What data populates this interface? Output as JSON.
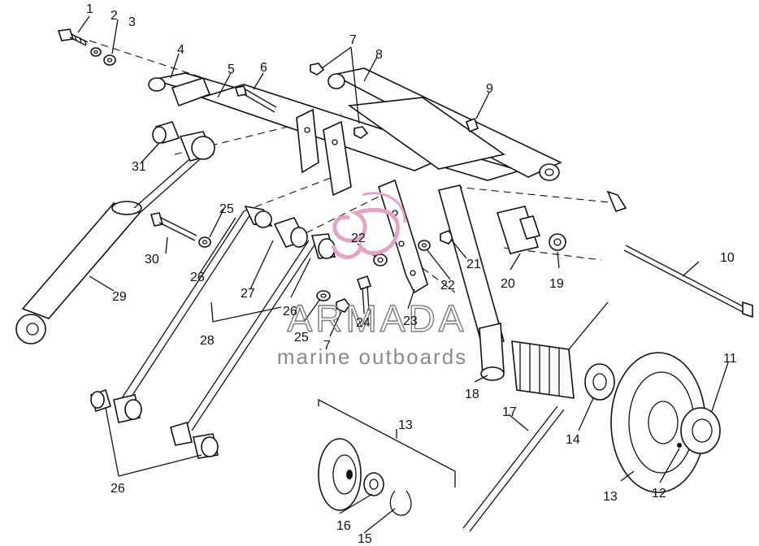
{
  "diagram": {
    "callouts": [
      "1",
      "2",
      "3",
      "4",
      "5",
      "6",
      "7",
      "8",
      "9",
      "10",
      "11",
      "12",
      "13",
      "14",
      "15",
      "16",
      "17",
      "18",
      "19",
      "20",
      "21",
      "22",
      "22",
      "23",
      "24",
      "25",
      "25",
      "26",
      "26",
      "26",
      "27",
      "28",
      "29",
      "30",
      "31",
      "7",
      "13",
      "13"
    ]
  },
  "watermark": {
    "brand": "ARMADA",
    "tagline": "marine outboards",
    "accent_color": "#e6a3c4"
  }
}
